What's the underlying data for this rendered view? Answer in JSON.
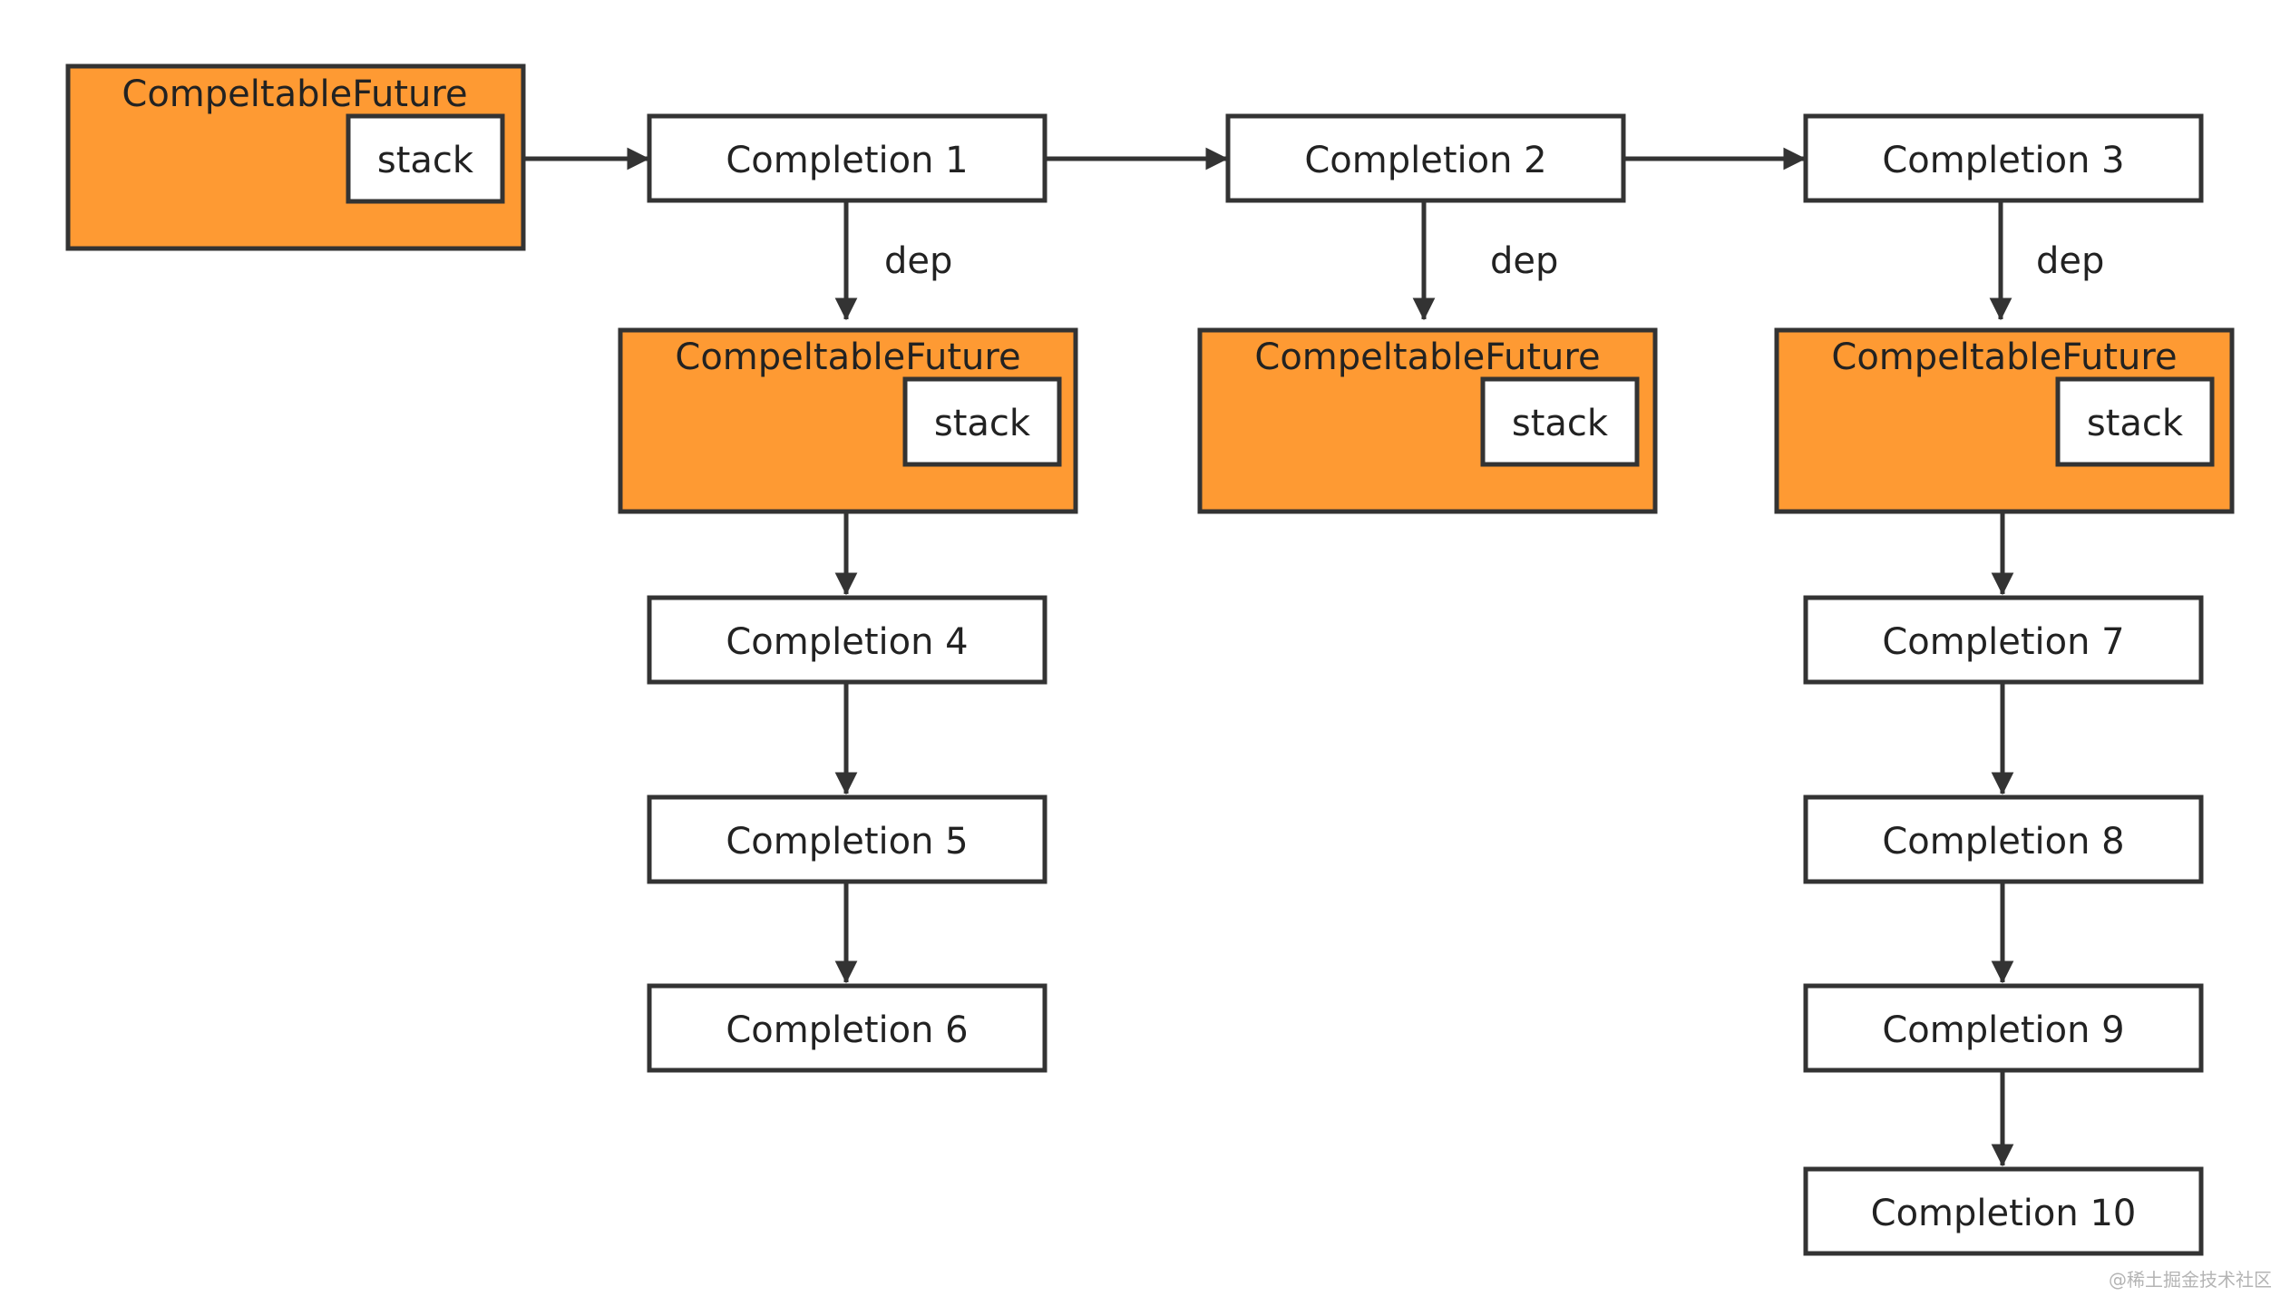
{
  "colors": {
    "future_fill": "#fe9a33",
    "box_fill": "#ffffff",
    "stroke": "#333333",
    "text": "#222222",
    "watermark": "#b4b4b4"
  },
  "nodes": {
    "future_root": {
      "title": "CompeltableFuture",
      "stack": "stack"
    },
    "completion_1": {
      "label": "Completion 1"
    },
    "completion_2": {
      "label": "Completion 2"
    },
    "completion_3": {
      "label": "Completion 3"
    },
    "future_c1": {
      "title": "CompeltableFuture",
      "stack": "stack"
    },
    "future_c2": {
      "title": "CompeltableFuture",
      "stack": "stack"
    },
    "future_c3": {
      "title": "CompeltableFuture",
      "stack": "stack"
    },
    "completion_4": {
      "label": "Completion 4"
    },
    "completion_5": {
      "label": "Completion 5"
    },
    "completion_6": {
      "label": "Completion 6"
    },
    "completion_7": {
      "label": "Completion 7"
    },
    "completion_8": {
      "label": "Completion 8"
    },
    "completion_9": {
      "label": "Completion 9"
    },
    "completion_10": {
      "label": "Completion 10"
    }
  },
  "edges": [
    {
      "from": "future_root.stack",
      "to": "completion_1",
      "label": ""
    },
    {
      "from": "completion_1",
      "to": "completion_2",
      "label": ""
    },
    {
      "from": "completion_2",
      "to": "completion_3",
      "label": ""
    },
    {
      "from": "completion_1",
      "to": "future_c1",
      "label": "dep"
    },
    {
      "from": "completion_2",
      "to": "future_c2",
      "label": "dep"
    },
    {
      "from": "completion_3",
      "to": "future_c3",
      "label": "dep"
    },
    {
      "from": "future_c1.stack",
      "to": "completion_4",
      "label": ""
    },
    {
      "from": "completion_4",
      "to": "completion_5",
      "label": ""
    },
    {
      "from": "completion_5",
      "to": "completion_6",
      "label": ""
    },
    {
      "from": "future_c3.stack",
      "to": "completion_7",
      "label": ""
    },
    {
      "from": "completion_7",
      "to": "completion_8",
      "label": ""
    },
    {
      "from": "completion_8",
      "to": "completion_9",
      "label": ""
    },
    {
      "from": "completion_9",
      "to": "completion_10",
      "label": ""
    }
  ],
  "watermark": "@稀土掘金技术社区"
}
